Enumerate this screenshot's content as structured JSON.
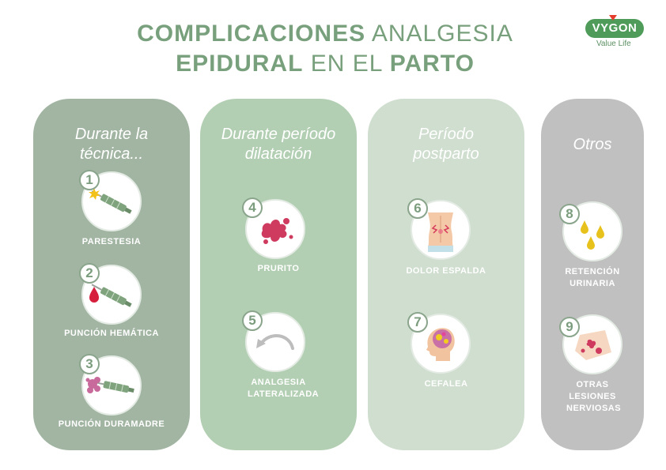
{
  "title": {
    "line1_bold": "COMPLICACIONES",
    "line1_normal": "ANALGESIA",
    "line2_bold1": "EPIDURAL",
    "line2_normal": "EN EL",
    "line2_bold2": "PARTO"
  },
  "logo": {
    "brand": "VYGON",
    "tagline": "Value Life"
  },
  "columns": [
    {
      "title": "Durante la técnica...",
      "items": [
        {
          "number": "1",
          "label": "PARESTESIA",
          "icon": "needle-spark-icon"
        },
        {
          "number": "2",
          "label": "PUNCIÓN HEMÁTICA",
          "icon": "needle-blood-drop-icon"
        },
        {
          "number": "3",
          "label": "PUNCIÓN DURAMADRE",
          "icon": "needle-splash-icon"
        }
      ]
    },
    {
      "title": "Durante período dilatación",
      "items": [
        {
          "number": "4",
          "label": "PRURITO",
          "icon": "rash-icon"
        },
        {
          "number": "5",
          "label": "ANALGESIA LATERALIZADA",
          "icon": "curved-arrow-icon"
        }
      ]
    },
    {
      "title": "Período postparto",
      "items": [
        {
          "number": "6",
          "label": "DOLOR ESPALDA",
          "icon": "back-pain-icon"
        },
        {
          "number": "7",
          "label": "CEFALEA",
          "icon": "headache-icon"
        }
      ]
    },
    {
      "title": "Otros",
      "items": [
        {
          "number": "8",
          "label": "RETENCIÓN URINARIA",
          "icon": "drops-icon"
        },
        {
          "number": "9",
          "label": "OTRAS LESIONES NERVIOSAS",
          "icon": "skin-lesion-icon"
        }
      ]
    }
  ],
  "colors": {
    "title_green": "#79a07c",
    "col1": "#a2b5a3",
    "col2": "#b3cfb3",
    "col3": "#cfdecf",
    "col4": "#c0c0c0",
    "brand_green": "#4e9b5a"
  }
}
